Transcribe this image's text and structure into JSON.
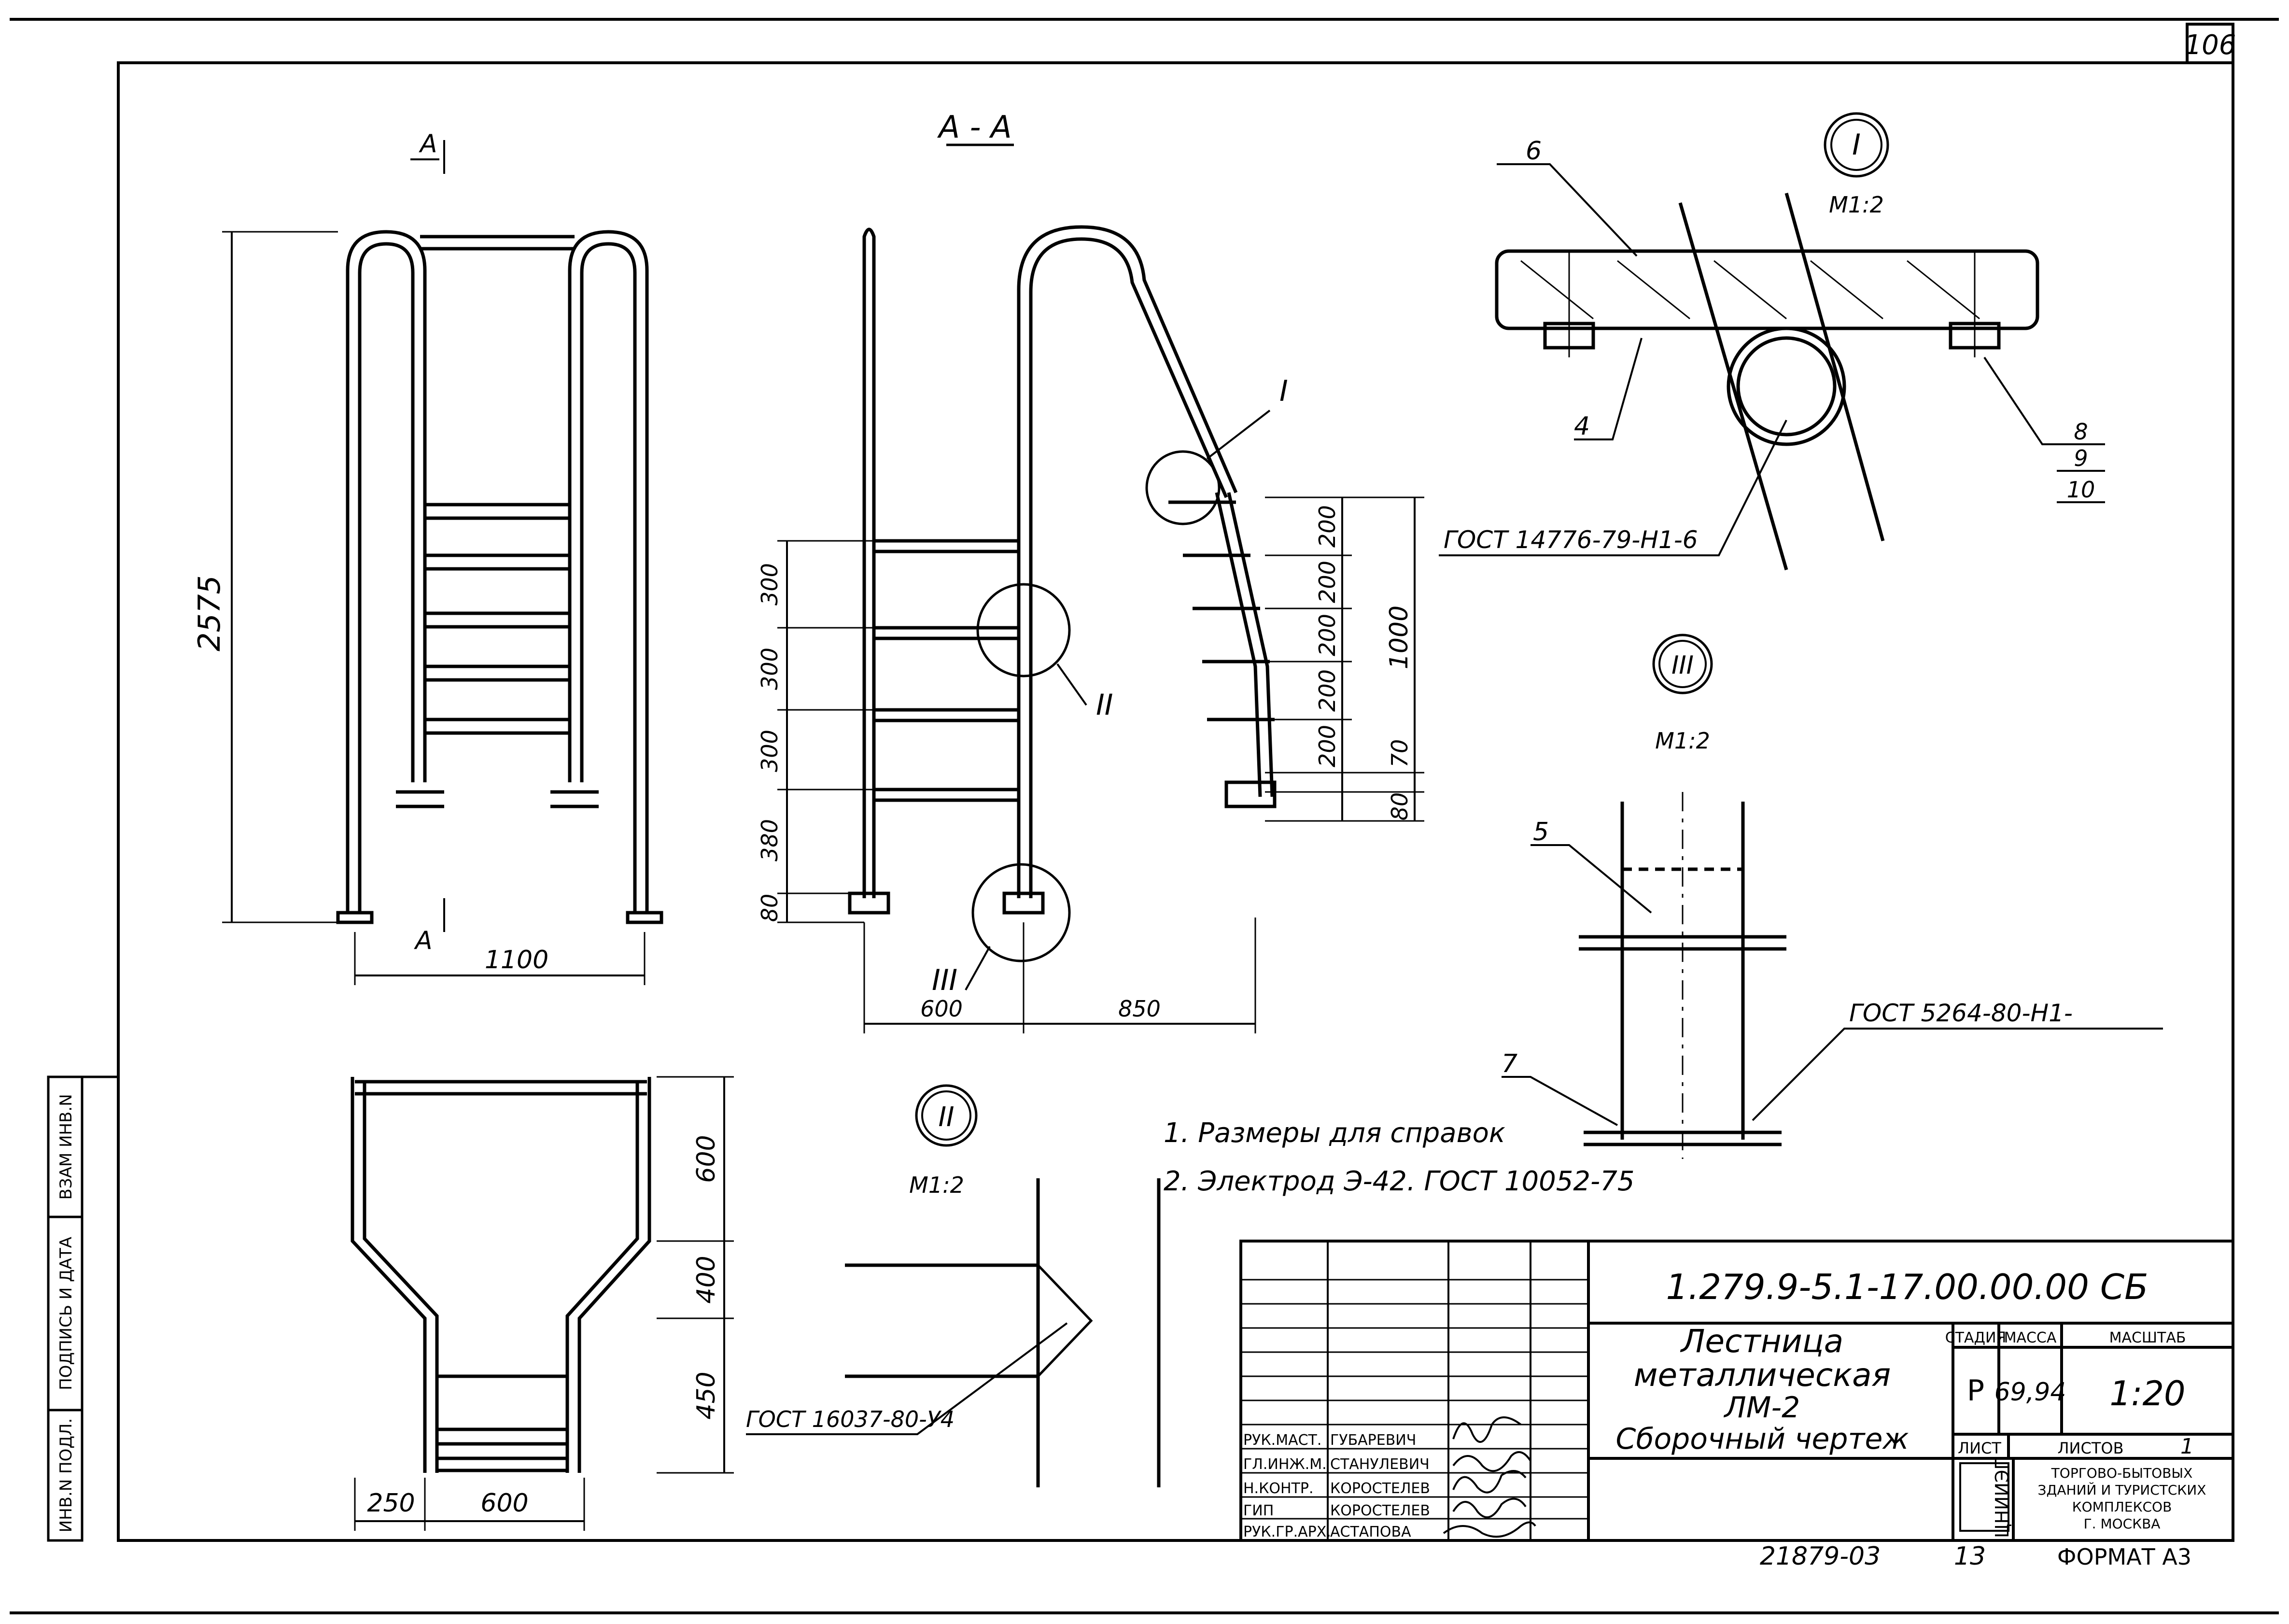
{
  "sheet_number": "106",
  "views": {
    "front": {
      "section_mark": "A",
      "dim_height": "2575",
      "dim_width": "1100"
    },
    "section_aa": {
      "title": "А - А",
      "dims_left": [
        "300",
        "300",
        "300",
        "380",
        "80"
      ],
      "dim_bottom_left": "600",
      "dim_bottom_right": "850",
      "dims_right": [
        "200",
        "200",
        "200",
        "200",
        "200",
        "70",
        "80"
      ],
      "dim_total": "1000",
      "callout_1": "I",
      "callout_2": "II",
      "callout_3": "III"
    },
    "plan": {
      "dims_right": [
        "600",
        "400",
        "450"
      ],
      "dim_bottom_left": "250",
      "dim_bottom_mid": "600"
    },
    "detail_1": {
      "mark": "I",
      "scale": "М1:2",
      "labels": [
        "6",
        "4",
        "8",
        "9",
        "10"
      ],
      "weld_note": "ГОСТ 14776-79-Н1-6"
    },
    "detail_2": {
      "mark": "II",
      "scale": "М1:2",
      "weld_note": "ГОСТ 16037-80-У4"
    },
    "detail_3": {
      "mark": "III",
      "scale": "М1:2",
      "labels": [
        "5",
        "7"
      ],
      "weld_note": "ГОСТ 5264-80-Н1-"
    }
  },
  "notes": [
    "1. Размеры для справок",
    "2. Электрод Э-42. ГОСТ 10052-75"
  ],
  "title_block": {
    "designation": "1.279.9-5.1-17.00.00.00 СБ",
    "name_line1": "Лестница",
    "name_line2": "металлическая",
    "name_line3": "ЛМ-2",
    "name_line4": "Сборочный чертеж",
    "col_stage": "СТАДИЯ",
    "col_mass": "МАССА",
    "col_scale": "МАСШТАБ",
    "stage": "Р",
    "mass": "69,94",
    "scale": "1:20",
    "sheet_label": "ЛИСТ",
    "sheets_label": "ЛИСТОВ",
    "sheets_count": "1",
    "org_logo": "ЦНИИЭП",
    "org_name": [
      "ТОРГОВО-БЫТОВЫХ",
      "ЗДАНИЙ И ТУРИСТСКИХ",
      "КОМПЛЕКСОВ",
      "Г. МОСКВА"
    ],
    "signatures": [
      {
        "role": "РУК.МАСТ.",
        "name": "ГУБАРЕВИЧ"
      },
      {
        "role": "ГЛ.ИНЖ.М.",
        "name": "СТАНУЛЕВИЧ"
      },
      {
        "role": "Н.КОНТР.",
        "name": "КОРОСТЕЛЕВ"
      },
      {
        "role": "ГИП",
        "name": "КОРОСТЕЛЕВ"
      },
      {
        "role": "РУК.ГР.АРХ.",
        "name": "АСТАПОВА"
      }
    ]
  },
  "side_stamp": [
    "ИНВ.N ПОДЛ.",
    "ПОДПИСЬ И ДАТА",
    "ВЗАМ ИНВ.N"
  ],
  "footer": {
    "order": "21879-03",
    "page": "13",
    "format": "ФОРМАТ А3"
  }
}
